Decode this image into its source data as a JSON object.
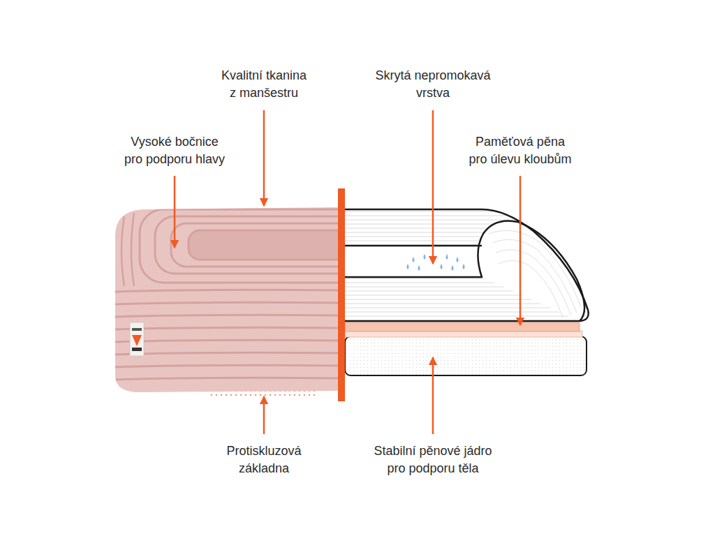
{
  "diagram": {
    "labels": [
      "Kvalitní tkanina z manšestru",
      "Skrytá nepromokavá vrstva",
      "Vysoké bočnice pro podporu hlavy",
      "Paměťová pěna pro úlevu kloubům",
      "Protiskluzová základna",
      "Stabilní pěnové jádro pro podporu těla"
    ]
  }
}
